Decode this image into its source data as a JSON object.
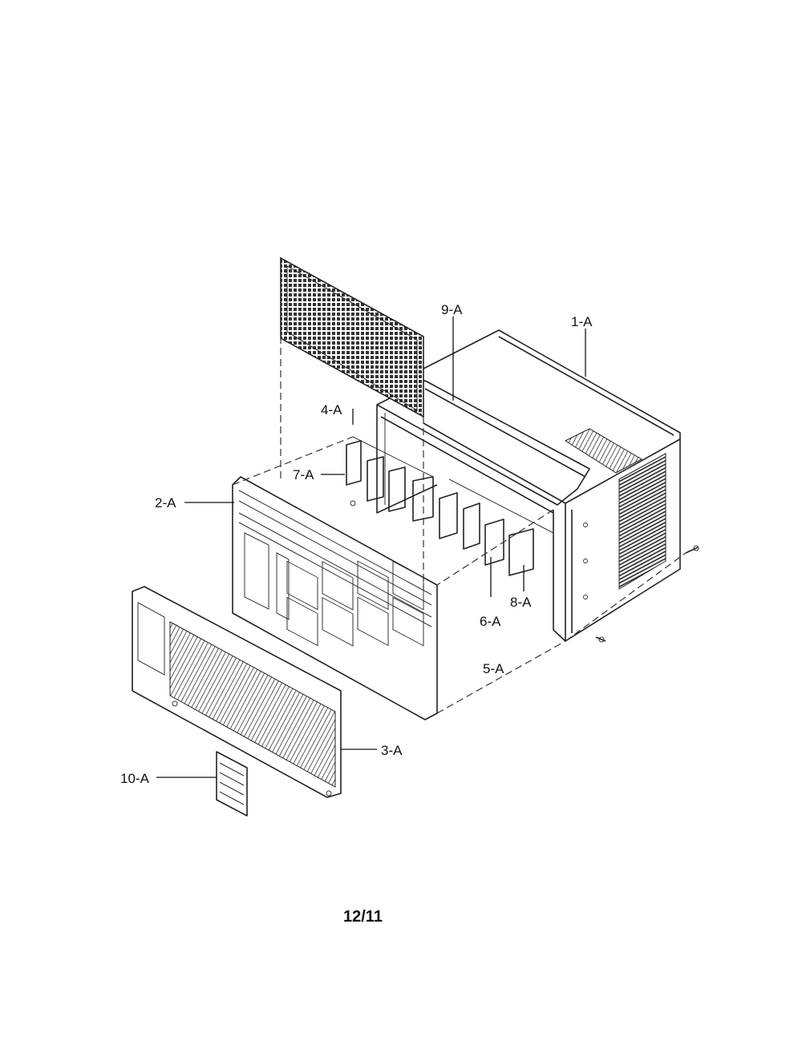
{
  "diagram": {
    "callouts": {
      "c1": "1-A",
      "c2": "2-A",
      "c3": "3-A",
      "c4": "4-A",
      "c5": "5-A",
      "c6": "6-A",
      "c7": "7-A",
      "c8": "8-A",
      "c9": "9-A",
      "c10": "10-A"
    },
    "page_number": "12/11"
  }
}
